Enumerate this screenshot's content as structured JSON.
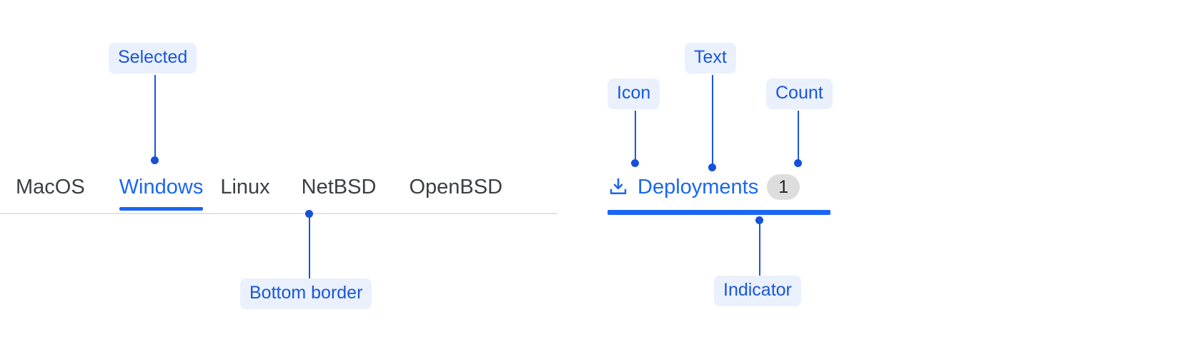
{
  "left_section": {
    "tabs": [
      {
        "label": "MacOS",
        "selected": false
      },
      {
        "label": "Windows",
        "selected": true
      },
      {
        "label": "Linux",
        "selected": false
      },
      {
        "label": "NetBSD",
        "selected": false
      },
      {
        "label": "OpenBSD",
        "selected": false
      }
    ],
    "annotations": [
      {
        "label": "Selected",
        "target": "windows-tab"
      },
      {
        "label": "Bottom border",
        "target": "tabbar-bottom-border"
      }
    ]
  },
  "right_section": {
    "tab": {
      "icon": "download-icon",
      "label": "Deployments",
      "count": "1"
    },
    "annotations": [
      {
        "label": "Icon",
        "target": "download-icon"
      },
      {
        "label": "Text",
        "target": "deployments-label"
      },
      {
        "label": "Count",
        "target": "count-badge"
      },
      {
        "label": "Indicator",
        "target": "selection-indicator"
      }
    ]
  },
  "colors": {
    "accent": "#1a66f5",
    "annotation_text": "#1a56db",
    "annotation_bg": "#eaf1fd",
    "tab_text": "#3c4043",
    "border": "#e3e3e3",
    "count_bg": "#dddddd"
  }
}
